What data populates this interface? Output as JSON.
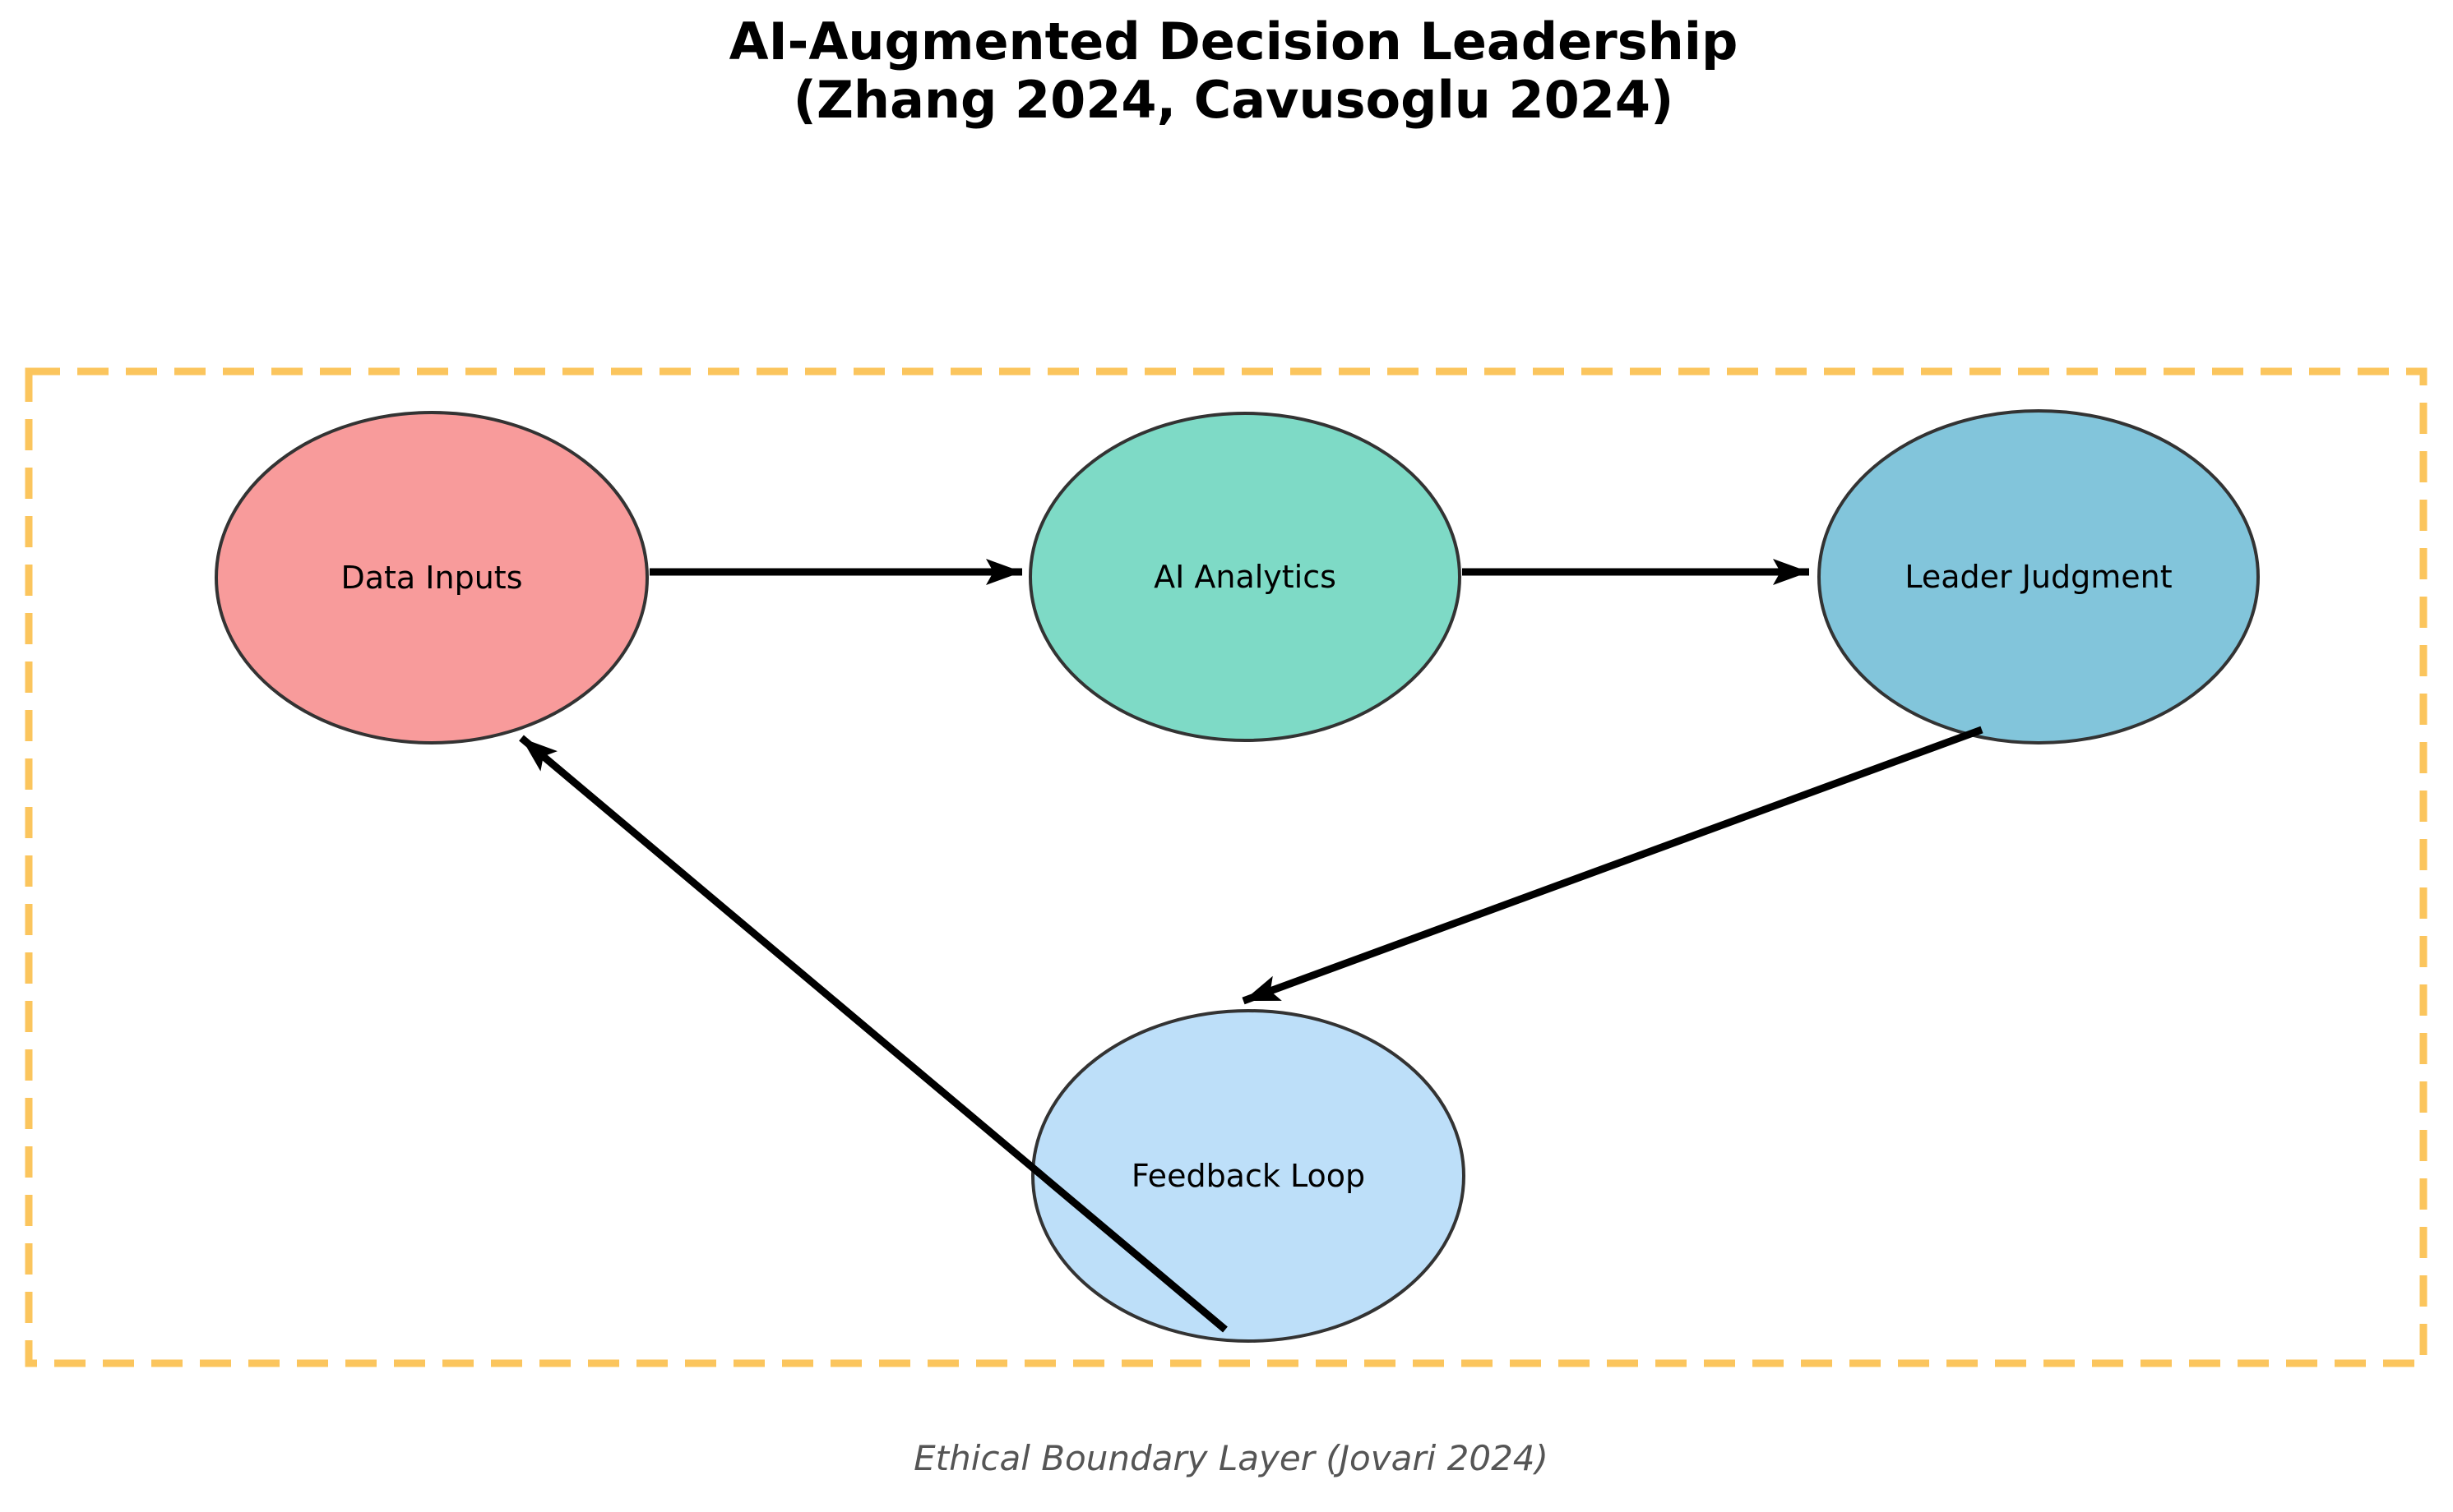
{
  "figure": {
    "title_line1": "AI-Augmented Decision Leadership",
    "title_line2": "(Zhang 2024, Cavusoglu 2024)",
    "caption": "Ethical Boundary Layer (Jovari 2024)"
  },
  "nodes": [
    {
      "id": "data-inputs",
      "label": "Data Inputs",
      "fill": "#F89B9B"
    },
    {
      "id": "ai-analytics",
      "label": "AI Analytics",
      "fill": "#7EDAC6"
    },
    {
      "id": "leader-judgment",
      "label": "Leader Judgment",
      "fill": "#82C5DB"
    },
    {
      "id": "feedback-loop",
      "label": "Feedback Loop",
      "fill": "#BDDFF9"
    }
  ],
  "edges": [
    {
      "from": "Data Inputs",
      "to": "AI Analytics"
    },
    {
      "from": "AI Analytics",
      "to": "Leader Judgment"
    },
    {
      "from": "Leader Judgment",
      "to": "Feedback Loop"
    },
    {
      "from": "Feedback Loop",
      "to": "Data Inputs"
    }
  ],
  "colors": {
    "boundary_dash": "#FBC55D",
    "node_outline": "#333333",
    "arrow": "#000000",
    "title_text": "#000000",
    "caption_text": "#555555"
  }
}
